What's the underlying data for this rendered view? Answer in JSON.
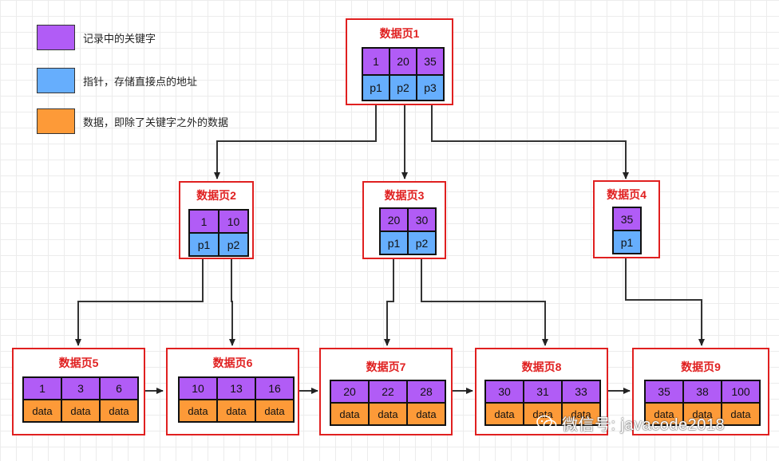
{
  "legend": [
    {
      "color": "#b15cf6",
      "label": "记录中的关键字"
    },
    {
      "color": "#66aefd",
      "label": "指针，存储直接点的地址"
    },
    {
      "color": "#fd9a38",
      "label": "数据，即除了关键字之外的数据"
    }
  ],
  "pages": {
    "p1": {
      "title": "数据页1",
      "keys": [
        "1",
        "20",
        "35"
      ],
      "pointers": [
        "p1",
        "p2",
        "p3"
      ]
    },
    "p2": {
      "title": "数据页2",
      "keys": [
        "1",
        "10"
      ],
      "pointers": [
        "p1",
        "p2"
      ]
    },
    "p3": {
      "title": "数据页3",
      "keys": [
        "20",
        "30"
      ],
      "pointers": [
        "p1",
        "p2"
      ]
    },
    "p4": {
      "title": "数据页4",
      "keys": [
        "35"
      ],
      "pointers": [
        "p1"
      ]
    },
    "p5": {
      "title": "数据页5",
      "keys": [
        "1",
        "3",
        "6"
      ],
      "data": [
        "data",
        "data",
        "data"
      ]
    },
    "p6": {
      "title": "数据页6",
      "keys": [
        "10",
        "13",
        "16"
      ],
      "data": [
        "data",
        "data",
        "data"
      ]
    },
    "p7": {
      "title": "数据页7",
      "keys": [
        "20",
        "22",
        "28"
      ],
      "data": [
        "data",
        "data",
        "data"
      ]
    },
    "p8": {
      "title": "数据页8",
      "keys": [
        "30",
        "31",
        "33"
      ],
      "data": [
        "data",
        "data",
        "data"
      ]
    },
    "p9": {
      "title": "数据页9",
      "keys": [
        "35",
        "38",
        "100"
      ],
      "data": [
        "data",
        "data",
        "data"
      ]
    }
  },
  "watermark": "微信号: javacode2018"
}
